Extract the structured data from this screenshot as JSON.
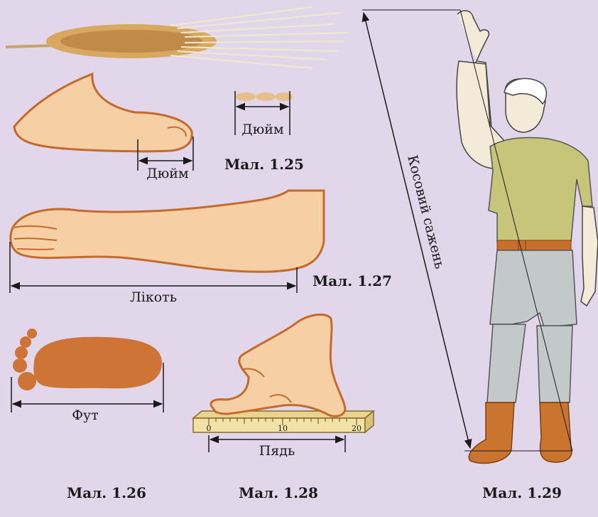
{
  "figures": {
    "fig25": {
      "caption": "Мал. 1.25",
      "grain_label": "Дюйм",
      "thumb_label": "Дюйм"
    },
    "fig26": {
      "caption": "Мал. 1.26",
      "label": "Фут"
    },
    "fig27": {
      "caption": "Мал. 1.27",
      "label": "Лікоть"
    },
    "fig28": {
      "caption": "Мал. 1.28",
      "label": "Пядь",
      "ruler_ticks": [
        "0",
        "10",
        "20"
      ]
    },
    "fig29": {
      "caption": "Мал. 1.29",
      "label": "Косовий сажень"
    }
  },
  "colors": {
    "background": "#e2d6ea",
    "skin": "#f6cfa4",
    "skin_outline": "#c46a2c",
    "foot": "#cd7436",
    "shirt": "#c6c57a",
    "trousers": "#c3c9c8",
    "boots": "#c9752f",
    "ruler": "#f2e2a6"
  }
}
